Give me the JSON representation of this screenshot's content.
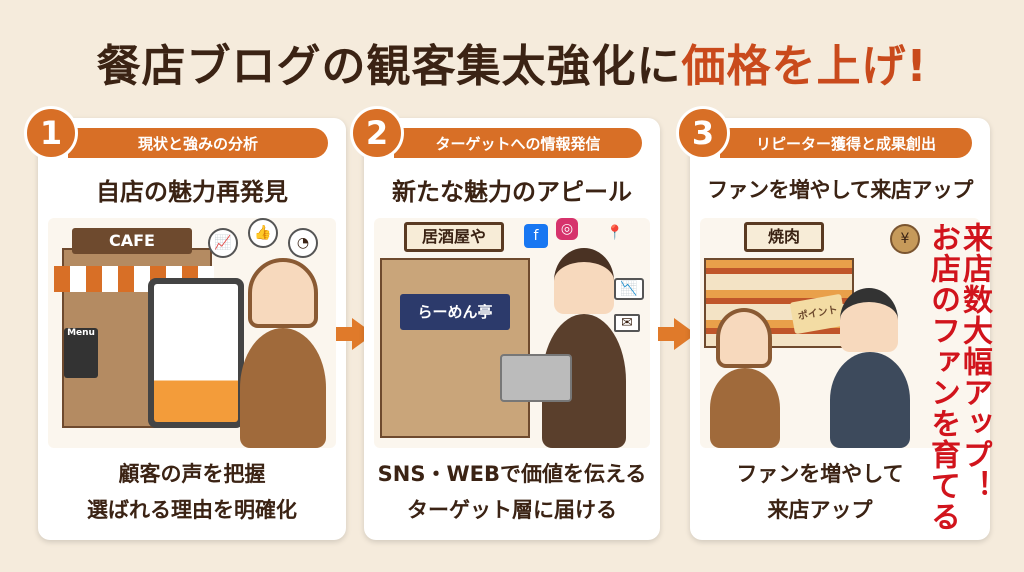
{
  "title": {
    "main": "餐店ブログの観客集太強化に",
    "highlight": "価格を上げ!"
  },
  "steps": [
    {
      "number": "1",
      "tag": "現状と強みの分析",
      "heading": "自店の魅力再発見",
      "lines": [
        "顧客の声を把握",
        "選ばれる理由を明確化"
      ],
      "signs": {
        "shop": "CAFE",
        "menu": "Menu"
      }
    },
    {
      "number": "2",
      "tag": "ターゲットへの情報発信",
      "heading": "新たな魅力のアピール",
      "lines": [
        "SNS・WEBで価値を伝える",
        "ターゲット層に届ける"
      ],
      "signs": {
        "shop": "居酒屋や",
        "curtain": "らーめん亭"
      }
    },
    {
      "number": "3",
      "tag": "リピーター獲得と成果創出",
      "heading": "ファンを増やして来店アップ",
      "lines": [
        "ファンを増やして",
        "来店アップ"
      ],
      "signs": {
        "shop": "焼肉",
        "card": "ポイント"
      }
    }
  ],
  "callout": {
    "line1": "来店数大幅アップ！",
    "line2": "お店のファンを育てる"
  },
  "colors": {
    "accent": "#d86f26",
    "title": "#3b2314",
    "highlight": "#c94a1c",
    "callout": "#d1141c"
  }
}
